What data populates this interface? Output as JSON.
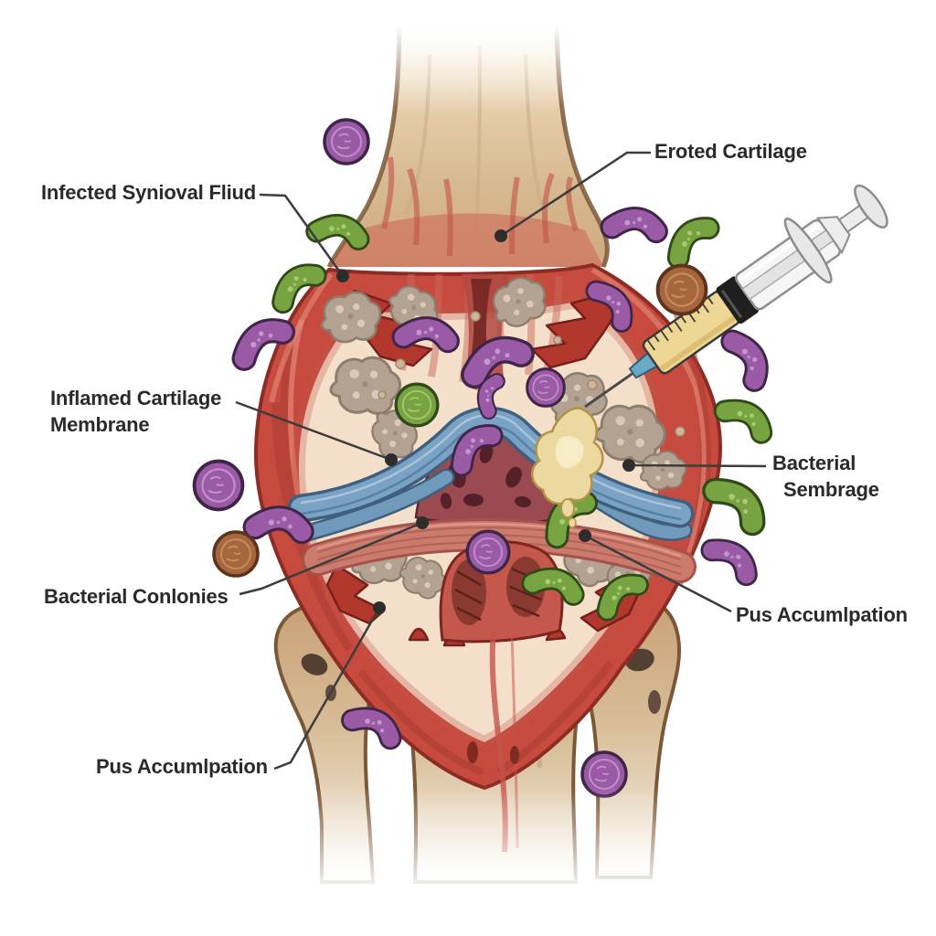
{
  "labels": {
    "infected_synovial_fluid": "Infected Synioval Fliud",
    "eroded_cartilage": "Eroted Cartilage",
    "inflamed_cartilage_membrane_line1": "Inflamed Cartilage",
    "inflamed_cartilage_membrane_line2": "Membrane",
    "bacterial_sembrage_line1": "Bacterial",
    "bacterial_sembrage_line2": "Sembrage",
    "bacterial_colonies": "Bacterial Conlonies",
    "pus_accumulation_right": "Pus Accumlpation",
    "pus_accumulation_bottom_left": "Pus Accumlpation"
  },
  "colors": {
    "label_text": "#2a2a2a",
    "leader_line": "#3c3c3c",
    "bacteria_purple": "#9a5aa6",
    "bacteria_green": "#77a441",
    "bacteria_brown": "#a8663d",
    "capsule_red": "#c74a3f",
    "interior_cream": "#f4dfca",
    "cartilage_blue": "#7aa2c4",
    "pus_gray": "#b3a291",
    "pus_fluid_yellow": "#ecd9a2",
    "syringe_fluid": "#eed795"
  }
}
